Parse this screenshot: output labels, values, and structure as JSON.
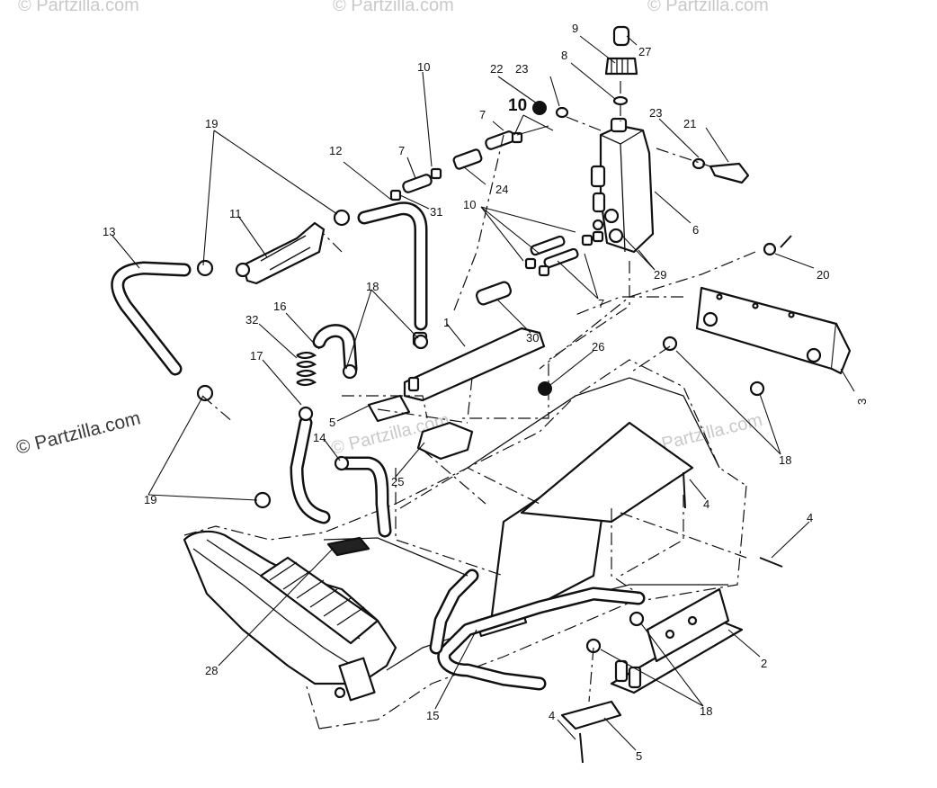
{
  "watermarks": {
    "main": "© Partzilla.com",
    "ghost": "© Partzilla.com"
  },
  "callouts": {
    "c1": "1",
    "c2": "2",
    "c3": "3",
    "c4a": "4",
    "c4b": "4",
    "c4c": "4",
    "c5a": "5",
    "c5b": "5",
    "c6": "6",
    "c7a": "7",
    "c7b": "7",
    "c7c": "7",
    "c8": "8",
    "c9": "9",
    "c10a": "10",
    "c10b": "10",
    "c10c": "10",
    "c11": "11",
    "c12": "12",
    "c13": "13",
    "c14": "14",
    "c15": "15",
    "c16": "16",
    "c17": "17",
    "c18a": "18",
    "c18b": "18",
    "c18c": "18",
    "c19a": "19",
    "c19b": "19",
    "c20": "20",
    "c21": "21",
    "c22": "22",
    "c23a": "23",
    "c23b": "23",
    "c24": "24",
    "c25": "25",
    "c26": "26",
    "c27": "27",
    "c28": "28",
    "c29": "29",
    "c30": "30",
    "c31": "31",
    "c32": "32"
  }
}
